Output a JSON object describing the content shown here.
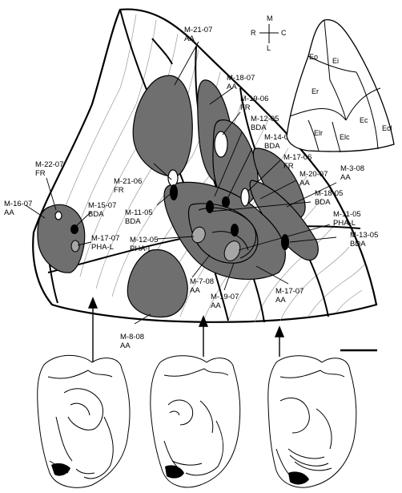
{
  "compass": {
    "top": "M",
    "left": "R",
    "right": "C",
    "bottom": "L"
  },
  "inset_regions": [
    {
      "id": "eo",
      "label": "Eo"
    },
    {
      "id": "ei",
      "label": "Ei"
    },
    {
      "id": "er",
      "label": "Er"
    },
    {
      "id": "elr",
      "label": "Elr"
    },
    {
      "id": "elc",
      "label": "Elc"
    },
    {
      "id": "ec",
      "label": "Ec"
    },
    {
      "id": "ecl",
      "label": "Ecl"
    }
  ],
  "injections": [
    {
      "id": "m21-07",
      "case": "M-21-07",
      "tracer": "AA"
    },
    {
      "id": "m18-07",
      "case": "M-18-07",
      "tracer": "AA"
    },
    {
      "id": "m19-06",
      "case": "M-19-06",
      "tracer": "FR"
    },
    {
      "id": "m12-05",
      "case": "M-12-05",
      "tracer": "BDA"
    },
    {
      "id": "m14-05",
      "case": "M-14-05",
      "tracer": "BDA"
    },
    {
      "id": "m17-06",
      "case": "M-17-06",
      "tracer": "FR"
    },
    {
      "id": "m20-07",
      "case": "M-20-07",
      "tracer": "AA"
    },
    {
      "id": "m3-08",
      "case": "M-3-08",
      "tracer": "AA"
    },
    {
      "id": "m18-05",
      "case": "M-18-05",
      "tracer": "BDA"
    },
    {
      "id": "m11-05r",
      "case": "M-11-05",
      "tracer": "PHA-L"
    },
    {
      "id": "m13-05",
      "case": "M-13-05",
      "tracer": "BDA"
    },
    {
      "id": "m22-07",
      "case": "M-22-07",
      "tracer": "FR"
    },
    {
      "id": "m16-07",
      "case": "M-16-07",
      "tracer": "AA"
    },
    {
      "id": "m15-07",
      "case": "M-15-07",
      "tracer": "BDA"
    },
    {
      "id": "m17-07l",
      "case": "M-17-07",
      "tracer": "PHA-L"
    },
    {
      "id": "m21-06",
      "case": "M-21-06",
      "tracer": "FR"
    },
    {
      "id": "m11-05l",
      "case": "M-11-05",
      "tracer": "BDA"
    },
    {
      "id": "m12-05l",
      "case": "M-12-05",
      "tracer": "PHA-L"
    },
    {
      "id": "m7-08",
      "case": "M-7-08",
      "tracer": "AA"
    },
    {
      "id": "m19-07",
      "case": "M-19-07",
      "tracer": "AA"
    },
    {
      "id": "m17-07r",
      "case": "M-17-07",
      "tracer": "AA"
    },
    {
      "id": "m8-08",
      "case": "M-8-08",
      "tracer": "AA"
    }
  ]
}
